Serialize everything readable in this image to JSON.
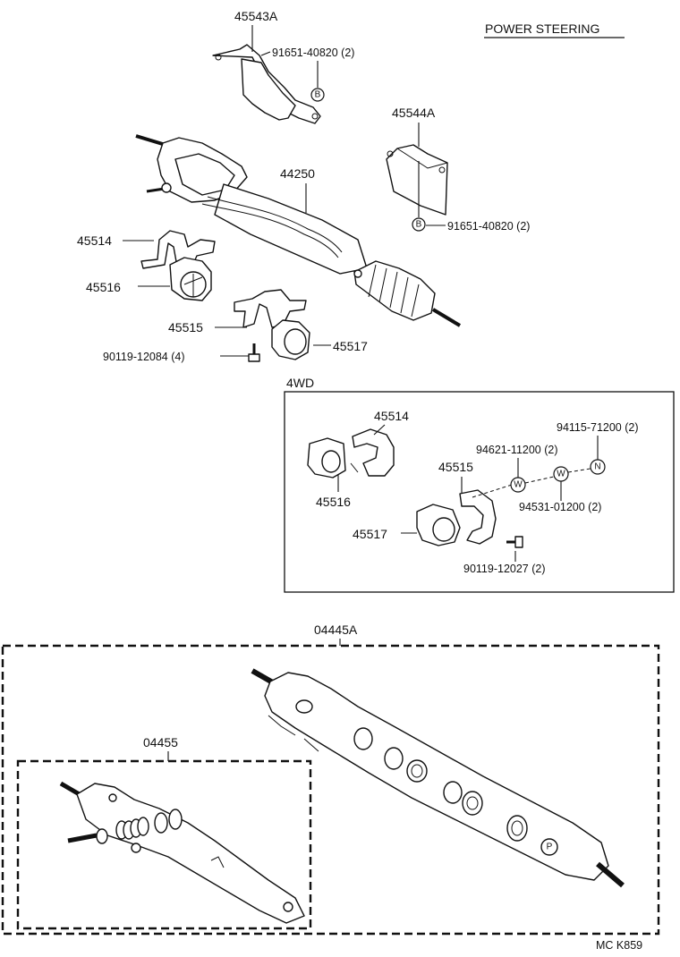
{
  "title": "POWER STEERING",
  "footer_code": "MC K859",
  "section_4wd": "4WD",
  "symbols": {
    "b": "B",
    "w": "W",
    "n": "N",
    "p": "P"
  },
  "parts": {
    "p45543A": "45543A",
    "p91651_top": "91651-40820 (2)",
    "p45544A": "45544A",
    "p44250": "44250",
    "p91651_right": "91651-40820 (2)",
    "p45514": "45514",
    "p45516": "45516",
    "p45515": "45515",
    "p45517": "45517",
    "p90119_12084": "90119-12084 (4)",
    "wd_45514": "45514",
    "wd_94115": "94115-71200 (2)",
    "wd_94621": "94621-11200 (2)",
    "wd_45515": "45515",
    "wd_45516": "45516",
    "wd_94531": "94531-01200 (2)",
    "wd_45517": "45517",
    "wd_90119_12027": "90119-12027 (2)",
    "p04445A": "04445A",
    "p04455": "04455"
  }
}
